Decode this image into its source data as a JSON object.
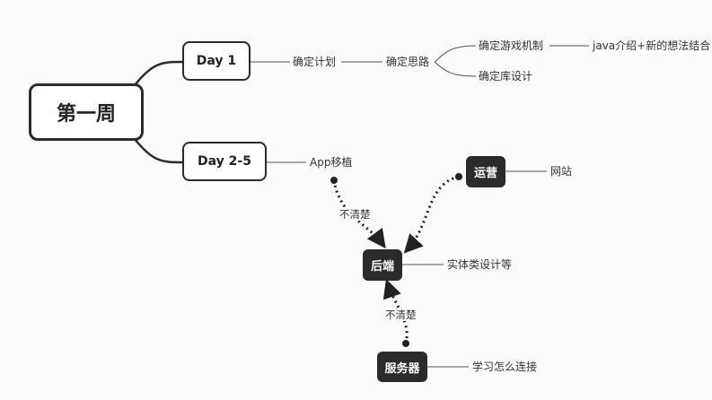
{
  "root": {
    "label": "第一周"
  },
  "branches": {
    "day1": {
      "label": "Day 1"
    },
    "day25": {
      "label": "Day 2-5"
    }
  },
  "topics": {
    "plan": "确定计划",
    "idea": "确定思路",
    "mechanics": "确定游戏机制",
    "database": "确定库设计",
    "java": "java介绍+新的想法结合",
    "app": "App移植",
    "website": "网站",
    "entities": "实体类设计等",
    "connect": "学习怎么连接"
  },
  "nodes": {
    "operations": "运营",
    "backend": "后端",
    "server": "服务器"
  },
  "relations": {
    "app_backend": "不清楚",
    "server_backend": "不清楚"
  }
}
